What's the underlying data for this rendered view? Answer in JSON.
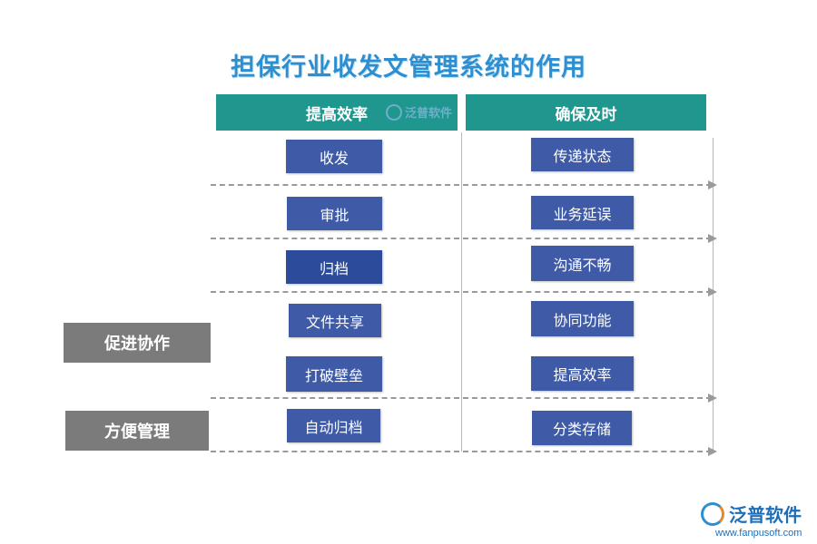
{
  "title": "担保行业收发文管理系统的作用",
  "headers": {
    "left": "提高效率",
    "right": "确保及时"
  },
  "left_items": [
    "收发",
    "审批",
    "归档",
    "文件共享",
    "打破壁垒",
    "自动归档"
  ],
  "right_items": [
    "传递状态",
    "业务延误",
    "沟通不畅",
    "协同功能",
    "提高效率",
    "分类存储"
  ],
  "side_labels": [
    "促进协作",
    "方便管理"
  ],
  "watermark": "泛普软件",
  "logo": {
    "name": "泛普软件",
    "url": "www.fanpusoft.com"
  },
  "colors": {
    "title": "#2e8fd0",
    "header": "#1f978e",
    "box": "#3f5aa6",
    "side": "#7b7b7b",
    "dash": "#9a9a9a"
  }
}
